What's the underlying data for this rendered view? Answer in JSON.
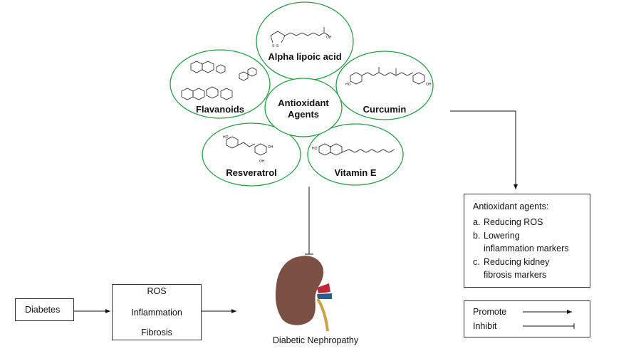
{
  "center_label": "Antioxidant Agents",
  "agents": [
    {
      "name": "Alpha lipoic acid",
      "icon": "alpha-lipoic-acid-structure"
    },
    {
      "name": "Flavanoids",
      "icon": "flavanoid-structures"
    },
    {
      "name": "Curcumin",
      "icon": "curcumin-structure"
    },
    {
      "name": "Resveratrol",
      "icon": "resveratrol-structure"
    },
    {
      "name": "Vitamin E",
      "icon": "vitamin-e-structure"
    }
  ],
  "pathway": {
    "start": "Diabetes",
    "steps": [
      "ROS",
      "Inflammation",
      "Fibrosis"
    ],
    "outcome": "Diabetic Nephropathy"
  },
  "effects": {
    "title": "Antioxidant agents:",
    "items": [
      {
        "marker": "a.",
        "lines": [
          "Reducing ROS"
        ]
      },
      {
        "marker": "b.",
        "lines": [
          "Lowering",
          "inflammation markers"
        ]
      },
      {
        "marker": "c.",
        "lines": [
          "Reducing kidney",
          "fibrosis markers"
        ]
      }
    ]
  },
  "legend": {
    "promote": "Promote",
    "inhibit": "Inhibit"
  },
  "colors": {
    "circle": "#2e9a48",
    "kidney": "#7a5045",
    "artery": "#c0283a",
    "vein": "#2a5d8f",
    "ureter": "#c9a24a"
  }
}
